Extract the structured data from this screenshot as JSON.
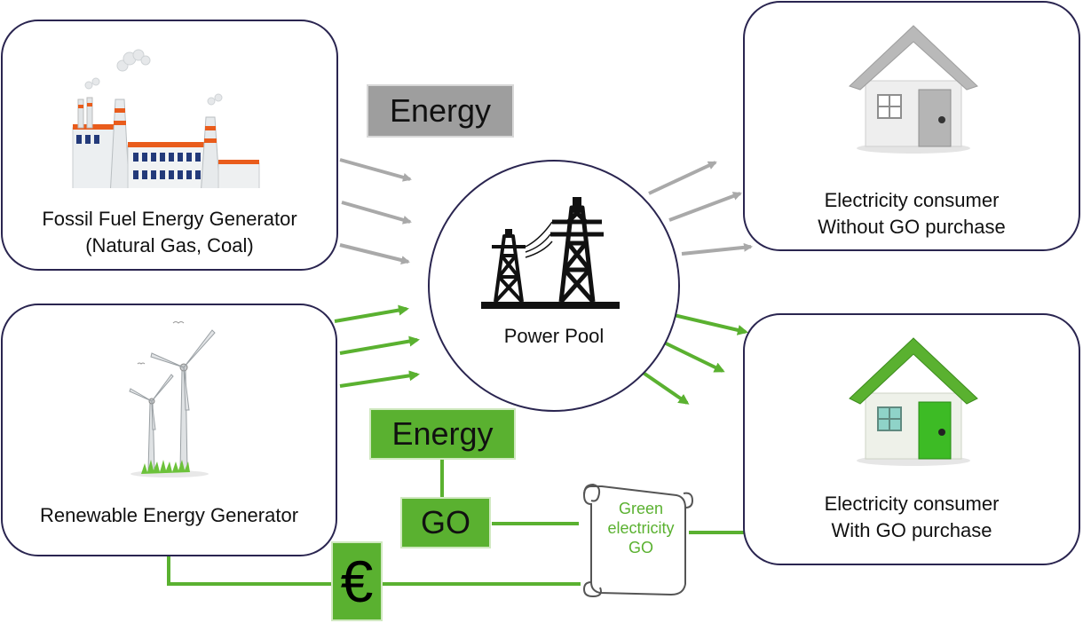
{
  "colors": {
    "green": "#5ab130",
    "green_dark": "#3d8c1e",
    "gray_arrow": "#a9a9a9",
    "gray_box": "#9e9e9e",
    "border": "#2a2550"
  },
  "fossil": {
    "line1": "Fossil Fuel Energy Generator",
    "line2": "(Natural Gas, Coal)",
    "icon": "factory-icon"
  },
  "renewable": {
    "line1": "Renewable Energy Generator",
    "icon": "wind-turbine-icon"
  },
  "consumer_no_go": {
    "line1": "Electricity consumer",
    "line2": "Without GO purchase",
    "icon": "gray-house-icon"
  },
  "consumer_go": {
    "line1": "Electricity consumer",
    "line2": "With GO purchase",
    "icon": "green-house-icon"
  },
  "pool": {
    "label": "Power Pool",
    "icon": "power-tower-icon"
  },
  "labels": {
    "energy_gray": "Energy",
    "energy_green": "Energy",
    "go": "GO",
    "euro": "€"
  },
  "certificate": {
    "line1": "Green",
    "line2": "electricity",
    "line3": "GO",
    "icon": "scroll-icon"
  }
}
